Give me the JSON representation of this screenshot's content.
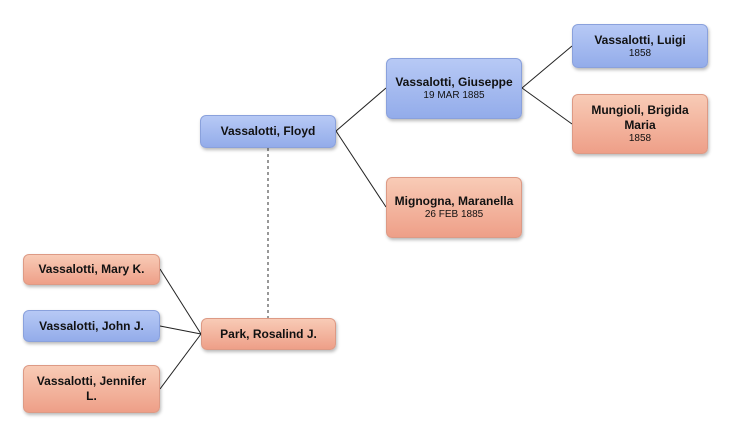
{
  "people": {
    "floyd": {
      "name": "Vassalotti, Floyd",
      "date": "",
      "gender": "male"
    },
    "giuseppe": {
      "name": "Vassalotti, Giuseppe",
      "date": "19 MAR 1885",
      "gender": "male"
    },
    "maranella": {
      "name": "Mignogna, Maranella",
      "date": "26 FEB 1885",
      "gender": "female"
    },
    "luigi": {
      "name": "Vassalotti, Luigi",
      "date": "1858",
      "gender": "male"
    },
    "brigida": {
      "name": "Mungioli, Brigida Maria",
      "date": "1858",
      "gender": "female"
    },
    "rosalind": {
      "name": "Park, Rosalind J.",
      "date": "",
      "gender": "female"
    },
    "mary": {
      "name": "Vassalotti, Mary K.",
      "date": "",
      "gender": "female"
    },
    "john": {
      "name": "Vassalotti, John J.",
      "date": "",
      "gender": "male"
    },
    "jennifer": {
      "name": "Vassalotti, Jennifer L.",
      "date": "",
      "gender": "female"
    }
  },
  "colors": {
    "male": "#a9bdf0",
    "female": "#f3b49f",
    "connector": "#222222",
    "spouse_link": "#777777"
  }
}
